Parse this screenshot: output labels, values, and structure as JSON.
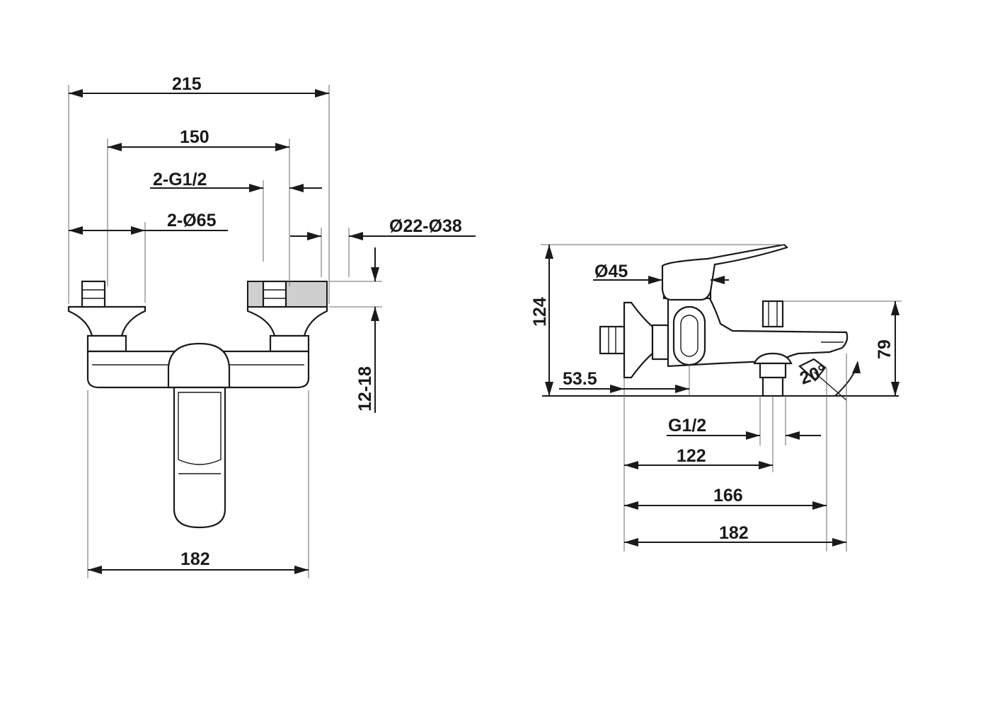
{
  "front_view": {
    "dim_overall_width": "215",
    "dim_inlet_centers": "150",
    "dim_inlet_thread": "2-G1/2",
    "dim_flange_dia": "2-Ø65",
    "dim_pipe_dia": "Ø22-Ø38",
    "dim_wall_depth": "12-18",
    "dim_body_width": "182"
  },
  "side_view": {
    "dim_height": "124",
    "dim_handle_dia": "Ø45",
    "dim_wall_offset": "53.5",
    "dim_outlet_thread": "G1/2",
    "dim_outlet_height": "79",
    "dim_spout_angle": "20°",
    "dim_outlet_distance": "122",
    "dim_spout_reach": "166",
    "dim_total_depth": "182"
  }
}
